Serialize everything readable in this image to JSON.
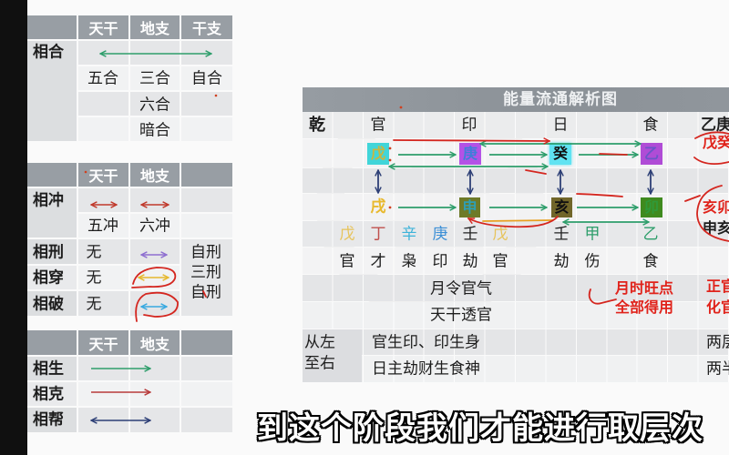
{
  "combination_table": {
    "headers": [
      "天干",
      "地支",
      "干支"
    ],
    "label": "相合",
    "rows": [
      [
        "五合",
        "三合",
        "自合"
      ],
      [
        "",
        "六合",
        ""
      ],
      [
        "",
        "暗合",
        ""
      ]
    ]
  },
  "clash_table": {
    "headers": [
      "天干",
      "地支"
    ],
    "chong": {
      "label": "相冲",
      "tiangan": "五冲",
      "dizhi": "六冲"
    },
    "xing": {
      "label": "相刑",
      "tiangan": "无"
    },
    "chuan": {
      "label": "相穿",
      "tiangan": "无"
    },
    "po": {
      "label": "相破",
      "tiangan": "无"
    },
    "branch_notes": [
      "自刑",
      "三刑",
      "自刑"
    ]
  },
  "flow_table": {
    "headers": [
      "天干",
      "地支"
    ],
    "rows": [
      "相生",
      "相克",
      "相帮"
    ]
  },
  "arrow_colors": {
    "sheng": "#2e9e6b",
    "ke": "#b73a3a",
    "bang": "#2d3f76",
    "chong": "#c0392b",
    "xing": "#8e6fd0",
    "chuan": "#e6b82e",
    "po": "#38a9e0",
    "annotation": "#d4261f"
  },
  "energy_chart": {
    "title": "能量流通解析图",
    "gender": "乾",
    "pillars": [
      {
        "god": "官",
        "stem": "戊",
        "stem_box": "#41d5d9",
        "stem_color": "#c8b640",
        "branch": "戌",
        "branch_color": "#e8b92e"
      },
      {
        "god": "印",
        "stem": "庚",
        "stem_box": "#b452e6",
        "stem_color": "#3d7fd8",
        "branch": "申",
        "branch_box": "#6e7a28",
        "branch_color": "#2e9fb5"
      },
      {
        "god": "日",
        "stem": "癸",
        "stem_box": "#5fe3f2",
        "stem_color": "#111111",
        "branch": "亥",
        "branch_box": "#716629",
        "branch_color": "#111111"
      },
      {
        "god": "食",
        "stem": "乙",
        "stem_box": "#b04cd6",
        "stem_color": "#6a56c8",
        "branch": "卯",
        "branch_box": "#3f8a1e",
        "branch_color": "#2f9a3a"
      }
    ],
    "hidden_stems": [
      {
        "stem": "戊",
        "color": "#e7c35a",
        "god": "官"
      },
      {
        "stem": "丁",
        "color": "#c0504d",
        "god": "才"
      },
      {
        "stem": "辛",
        "color": "#3db3d9",
        "god": "枭"
      },
      {
        "stem": "庚",
        "color": "#3c8fd6",
        "god": "印"
      },
      {
        "stem": "壬",
        "color": "#222222",
        "god": "劫"
      },
      {
        "stem": "戊",
        "color": "#e7c35a",
        "god": "官"
      },
      {
        "stem": "壬",
        "color": "#222222",
        "god": "劫"
      },
      {
        "stem": "甲",
        "color": "#2e9e6b",
        "god": "伤"
      },
      {
        "stem": "乙",
        "color": "#2e9e6b",
        "god": "食"
      }
    ],
    "notes": {
      "month_qi": "月令官气",
      "stem_reveal": "天干透官",
      "flow_label_1": "从左",
      "flow_label_2": "至右",
      "flow_1": "官生印、印生身",
      "flow_2": "日主劫财生食神",
      "highlight_1": "月时旺点",
      "highlight_2": "全部得用"
    },
    "side_column": {
      "header": "乙庚",
      "combo_stem": "戊癸",
      "combo_branch_1": "亥卯",
      "combo_branch_2": "申亥",
      "note_1": "正官",
      "note_2": "化官",
      "flow_note_1": "两层",
      "flow_note_2": "两半"
    }
  },
  "subtitle": "到这个阶段我们才能进行取层次"
}
